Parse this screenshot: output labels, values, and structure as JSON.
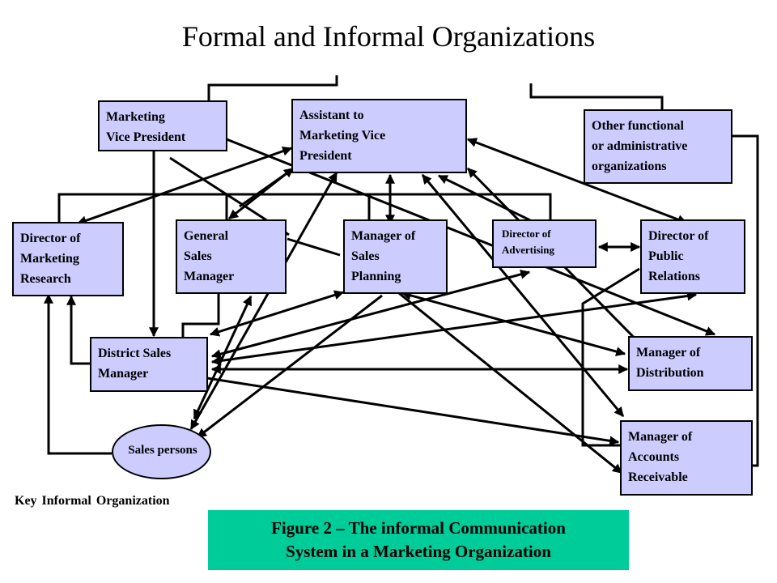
{
  "title": "Formal and Informal Organizations",
  "nodes": {
    "marketing_vp": "Marketing\nVice President",
    "assistant_vp": "Assistant to\nMarketing Vice\nPresident",
    "other_functional": "Other functional\nor administrative\norganizations",
    "director_research": "Director of\nMarketing\nResearch",
    "general_sales": "General\nSales\nManager",
    "sales_planning": "Manager of\nSales\nPlanning",
    "director_advertising": "Director of\nAdvertising",
    "director_pr": "Director of\nPublic\nRelations",
    "district_sales": "District Sales\nManager",
    "manager_distribution": "Manager of\nDistribution",
    "manager_accounts": "Manager of\nAccounts\nReceivable",
    "sales_persons": "Sales persons"
  },
  "key_label": "Key Informal  Organization",
  "caption": "Figure 2 – The informal Communication\nSystem in a Marketing Organization",
  "colors": {
    "box_fill": "#ccccff",
    "caption_fill": "#00cc99",
    "line": "#000000"
  }
}
